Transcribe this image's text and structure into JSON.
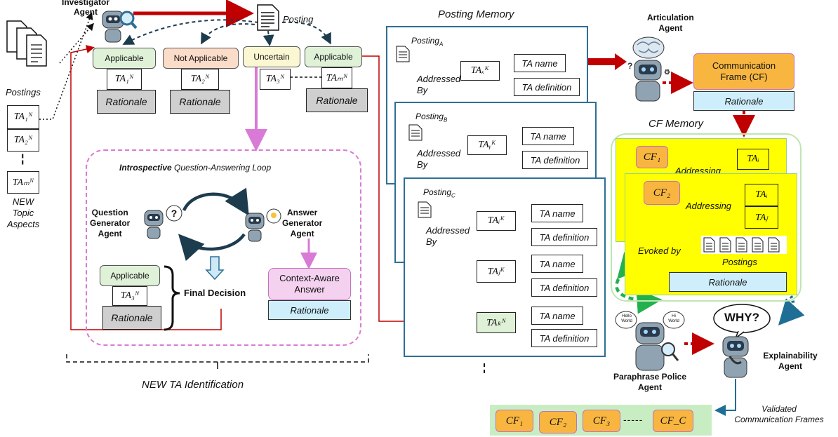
{
  "left": {
    "investigator_agent": "Investigator\nAgent",
    "posting": "Posting",
    "postings_label": "Postings",
    "ta_n_1": "TA₁ᴺ",
    "ta_n_2": "TA₂ᴺ",
    "ta_n_m": "TAₘᴺ",
    "new_topic_aspects": "NEW\nTopic\nAspects",
    "labels": [
      "Applicable",
      "Not Applicable",
      "Uncertain",
      "Applicable"
    ],
    "tas": [
      "TA₁ᴺ",
      "TA₂ᴺ",
      "TA₃ᴺ",
      "TAₘᴺ"
    ],
    "rationale": "Rationale",
    "loop_title_bold": "Introspective",
    "loop_title_rest": " Question-Answering Loop",
    "question_agent": "Question\nGenerator\nAgent",
    "answer_agent": "Answer\nGenerator\nAgent",
    "loop_applicable": "Applicable",
    "loop_ta": "TA₃ᴺ",
    "final_decision": "Final Decision",
    "context_answer": "Context-Aware\nAnswer",
    "new_ta_identification": "NEW TA Identification"
  },
  "memory": {
    "title": "Posting Memory",
    "postings": [
      {
        "label": "Posting",
        "sub": "A"
      },
      {
        "label": "Posting",
        "sub": "B"
      },
      {
        "label": "Posting",
        "sub": "C"
      }
    ],
    "addressed_by": "Addressed\nBy",
    "ta_x": "TAₓᴷ",
    "ta_y": "TAᵧᴷ",
    "ta_i": "TAᵢᴷ",
    "ta_j": "TAⱼᴷ",
    "ta_k": "TAₖᴺ",
    "ta_name": "TA name",
    "ta_definition": "TA definition"
  },
  "right": {
    "articulation_agent": "Articulation\nAgent",
    "comm_frame": "Communication\nFrame (CF)",
    "rationale": "Rationale",
    "cf_memory": "CF Memory",
    "cf1": "CF₁",
    "cf2": "CF₂",
    "addressing": "Addressing",
    "ta_i": "TAᵢ",
    "ta_j": "TAⱼ",
    "evoked_by": "Evoked by",
    "postings": "Postings",
    "why": "WHY?",
    "hello_world": "Hello\nWorld",
    "hi_world": "Hi\nWorld",
    "paraphrase_agent": "Paraphrase Police\nAgent",
    "explainability_agent": "Explainability\nAgent",
    "validated": "Validated\nCommunication Frames",
    "cf_list": [
      "CF₁",
      "CF₂",
      "CF₃",
      "CF_C"
    ],
    "dashes": "-----"
  },
  "colors": {
    "red": "#c00000",
    "blue": "#1f6e96",
    "pink": "#d97ad6",
    "green_dash": "#22b14c",
    "yellow": "#ffff00",
    "orange": "#f8b640"
  }
}
